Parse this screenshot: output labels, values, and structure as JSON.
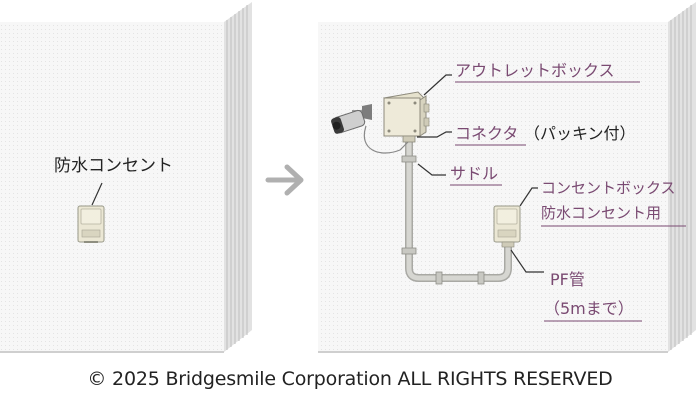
{
  "before": {
    "label": "防水コンセント"
  },
  "after": {
    "labels": {
      "outlet_box": "アウトレットボックス",
      "connector": "コネクタ",
      "connector_note": "（パッキン付）",
      "saddle": "サドル",
      "consent_box_line1": "コンセントボックス",
      "consent_box_line2": "防水コンセント用",
      "pf_pipe": "PF管",
      "pf_pipe_note": "（5mまで）"
    }
  },
  "arrow": {
    "icon": "arrow-right-icon"
  },
  "copyright": "© 2025 Bridgesmile Corporation ALL RIGHTS RESERVED",
  "colors": {
    "label_accent": "#7a4a72",
    "wall": "#f4f4f4",
    "wall_edge": "#d9d9d9",
    "arrow": "#b0b0b0",
    "pipe": "#c7c7c2",
    "box": "#eeead9"
  }
}
